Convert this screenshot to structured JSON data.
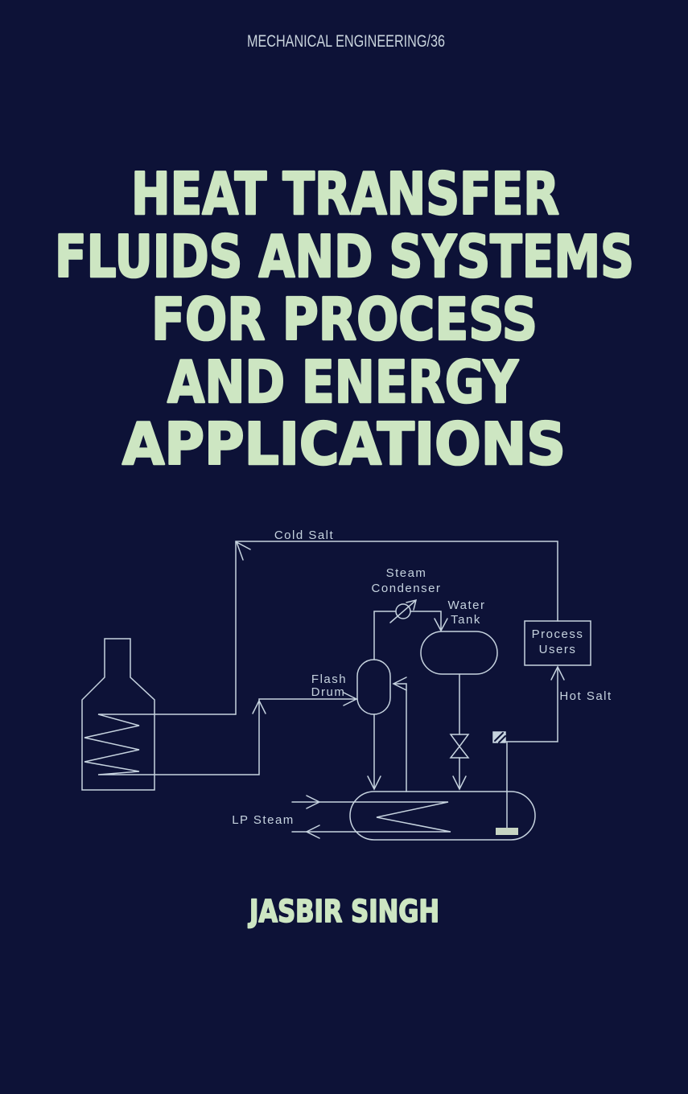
{
  "cover": {
    "series_header": "MECHANICAL ENGINEERING/36",
    "title_lines": [
      "HEAT TRANSFER",
      "FLUIDS AND SYSTEMS",
      "FOR PROCESS",
      "AND ENERGY",
      "APPLICATIONS"
    ],
    "author": "JASBIR SINGH",
    "colors": {
      "background": "#0d1237",
      "title_text": "#cde6c2",
      "header_text": "#c9d4dd",
      "diagram_lines": "#c6d3df"
    }
  },
  "diagram": {
    "labels": {
      "cold_salt": "Cold Salt",
      "steam": "Steam",
      "condenser": "Condenser",
      "water": "Water",
      "tank": "Tank",
      "flash": "Flash",
      "drum": "Drum",
      "process": "Process",
      "users": "Users",
      "hot_salt": "Hot Salt",
      "lp_steam": "LP Steam"
    }
  }
}
